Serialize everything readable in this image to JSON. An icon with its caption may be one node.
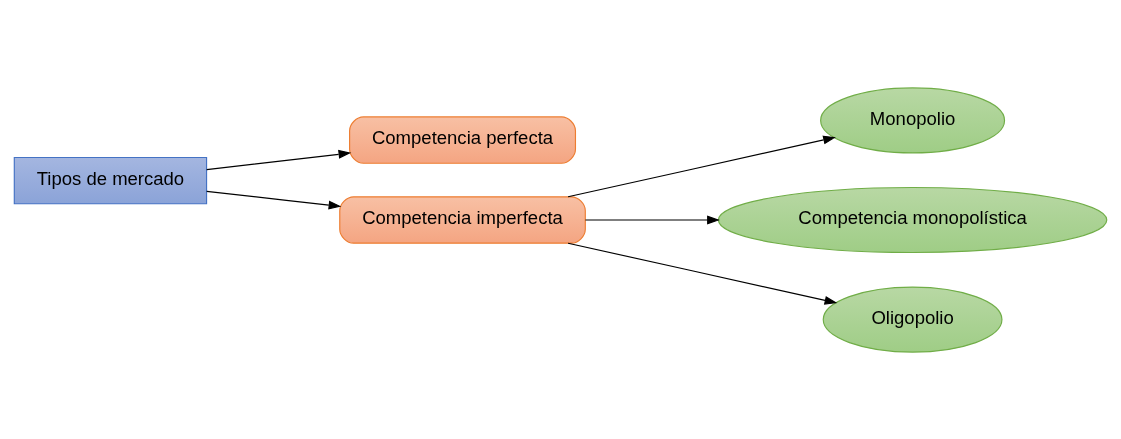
{
  "diagram": {
    "nodes": [
      {
        "text": [
          "Tipos de mercado"
        ]
      },
      {
        "text": [
          "Competencia perfecta"
        ]
      },
      {
        "text": [
          "Competencia imperfecta"
        ]
      },
      {
        "text": [
          "Monopolio"
        ]
      },
      {
        "text": [
          "Competencia monopolística"
        ]
      },
      {
        "text": [
          "Oligopolio"
        ]
      }
    ],
    "edges": [
      {
        "from": 0,
        "to": 1,
        "arrow": "to"
      },
      {
        "from": 0,
        "to": 2,
        "arrow": "to"
      },
      {
        "from": 2,
        "to": 3,
        "arrow": "to"
      },
      {
        "from": 2,
        "to": 4,
        "arrow": "to"
      },
      {
        "from": 2,
        "to": 5,
        "arrow": "to"
      }
    ]
  }
}
